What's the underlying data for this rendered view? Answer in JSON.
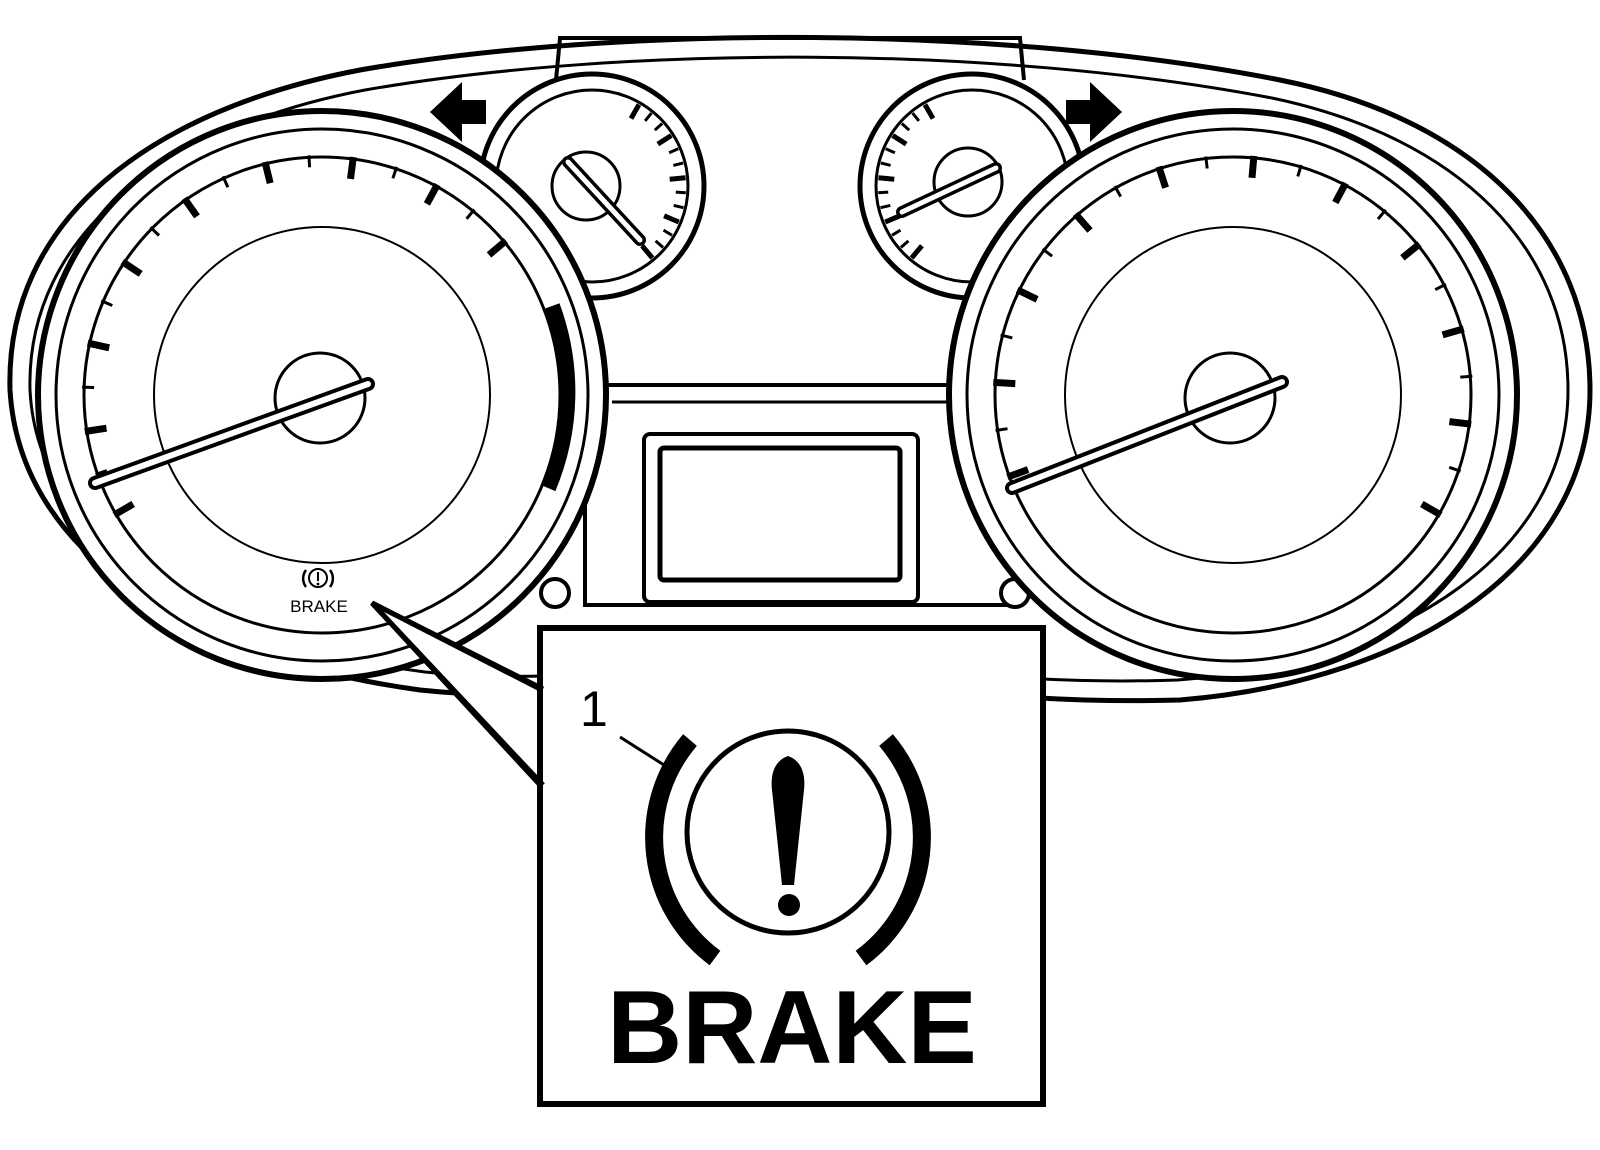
{
  "callout": {
    "number": "1",
    "warning_label": "BRAKE"
  },
  "cluster": {
    "small_brake_label": "BRAKE"
  },
  "colors": {
    "line": "#000000",
    "background": "#ffffff"
  },
  "icons": {
    "left_turn": "arrow-left-icon",
    "right_turn": "arrow-right-icon",
    "brake_warning": "brake-warning-icon"
  }
}
